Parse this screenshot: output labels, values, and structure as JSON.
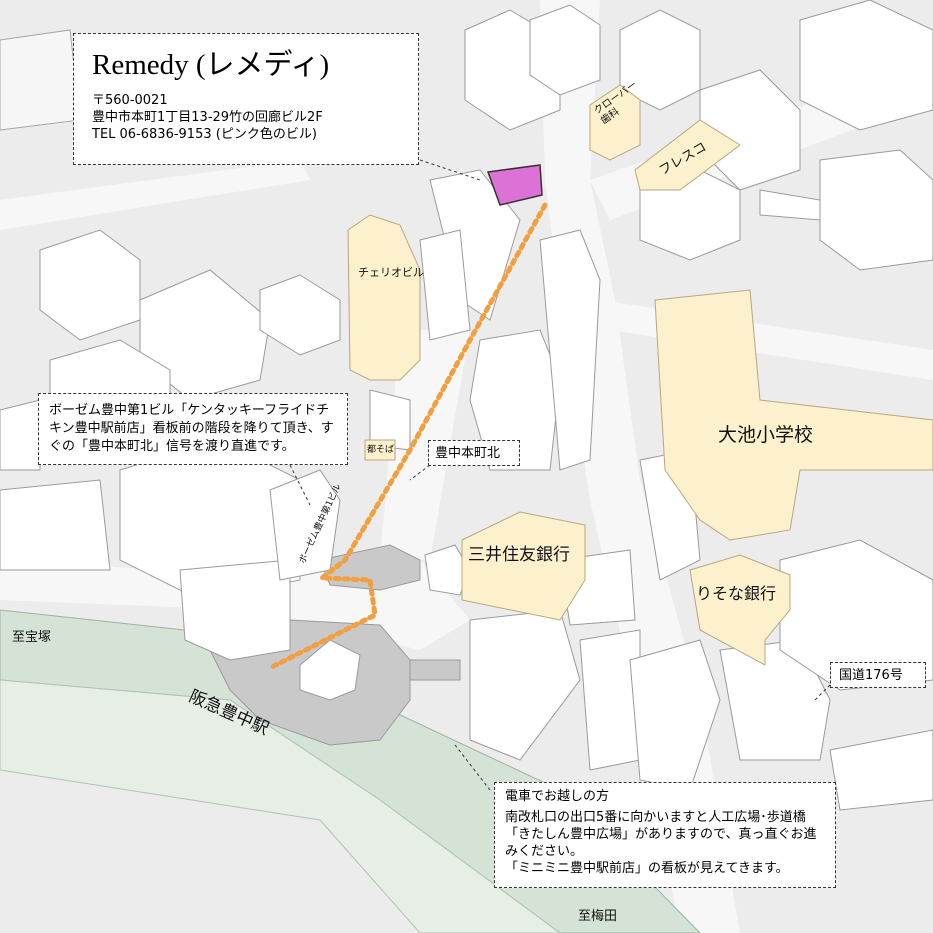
{
  "shop": {
    "name": "Remedy (レメディ)",
    "postal": "〒560-0021",
    "address": "豊中市本町1丁目13-29竹の回廊ビル2F",
    "tel": "TEL 06-6836-9153 (ピンク色のビル)"
  },
  "walk_note": "ボーゼム豊中第1ビル「ケンタッキーフライドチキン豊中駅前店」看板前の階段を降りて頂き、すぐの「豊中本町北」信号を渡り直進です。",
  "train_note": {
    "title": "電車でお越しの方",
    "body": "南改札口の出口5番に向かいますと人工広場･歩道橋「きたしん豊中広場」がありますので、真っ直ぐお進みください。",
    "sign": "「ミニミニ豊中駅前店」の看板が見えてきます。"
  },
  "landmarks": {
    "clover": "クローバー歯科",
    "fresco": "フレスコ",
    "cherio": "チェリオビル",
    "soba": "都そば",
    "bozem": "ボーゼム豊中第1ビル",
    "signal": "豊中本町北",
    "smbc": "三井住友銀行",
    "school": "大池小学校",
    "resona": "りそな銀行",
    "route176": "国道176号",
    "station": "阪急豊中駅",
    "to_takarazuka": "至宝塚",
    "to_umeda": "至梅田"
  },
  "colors": {
    "shop": "#dd72d6",
    "landmark": "#fdf0cc",
    "route": "#f0a040",
    "railway": "#d5e3d6",
    "station": "#c9c9c9"
  }
}
